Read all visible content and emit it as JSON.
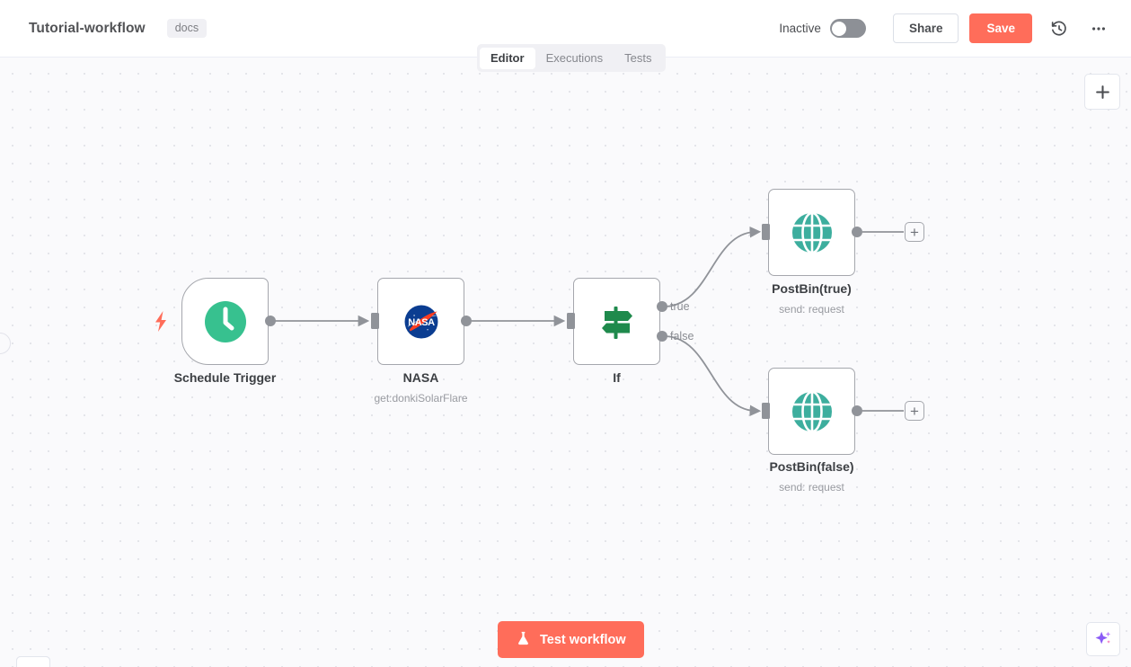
{
  "header": {
    "workflow_title": "Tutorial-workflow",
    "tag": "docs",
    "activity_label": "Inactive",
    "share_label": "Share",
    "save_label": "Save",
    "history_icon": "history-clock-icon",
    "overflow_icon": "ellipsis-icon",
    "toggle_state": "off"
  },
  "tabs": [
    {
      "label": "Editor",
      "active": true
    },
    {
      "label": "Executions",
      "active": false
    },
    {
      "label": "Tests",
      "active": false
    }
  ],
  "canvas": {
    "background": "#fafafc",
    "dot_color": "#e0e1e7",
    "edge_color": "#909399",
    "nodes": [
      {
        "id": "schedule-trigger",
        "name": "Schedule Trigger",
        "subtitle": "",
        "icon": "clock-icon",
        "icon_color": "#37c18f",
        "type": "trigger"
      },
      {
        "id": "nasa",
        "name": "NASA",
        "subtitle": "get:donkiSolarFlare",
        "icon": "nasa-logo-icon",
        "icon_color": "#0b3d91",
        "type": "action"
      },
      {
        "id": "if",
        "name": "If",
        "subtitle": "",
        "icon": "signpost-icon",
        "icon_color": "#1f8a4c",
        "type": "condition",
        "outputs": [
          "true",
          "false"
        ]
      },
      {
        "id": "postbin-true",
        "name": "PostBin(true)",
        "subtitle": "send: request",
        "icon": "globe-icon",
        "icon_color": "#3dae9e",
        "type": "action"
      },
      {
        "id": "postbin-false",
        "name": "PostBin(false)",
        "subtitle": "send: request",
        "icon": "globe-icon",
        "icon_color": "#3dae9e",
        "type": "action"
      }
    ],
    "add_node_plus": "+",
    "top_right_add_label": "+"
  },
  "toolbar": {
    "buttons": [
      {
        "name": "fit-view-button",
        "icon": "fit-view-icon"
      },
      {
        "name": "zoom-in-button",
        "icon": "zoom-in-icon"
      },
      {
        "name": "zoom-out-button",
        "icon": "zoom-out-icon"
      },
      {
        "name": "reset-zoom-button",
        "icon": "undo-arrow-icon"
      },
      {
        "name": "tidy-up-button",
        "icon": "broom-icon"
      }
    ],
    "test_workflow_label": "Test workflow",
    "test_workflow_icon": "flask-icon",
    "test_workflow_color": "#ff6d5a",
    "ai_assistant_icon": "sparkle-icon"
  }
}
